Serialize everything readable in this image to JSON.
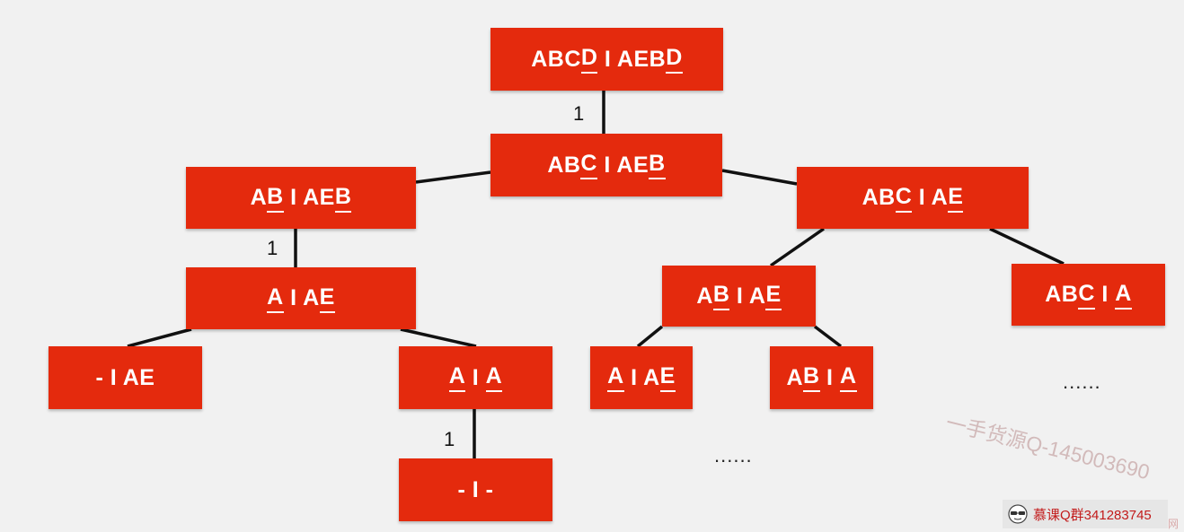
{
  "tree": {
    "nodes": [
      {
        "id": "n0",
        "segments": [
          {
            "t": "ABC"
          },
          {
            "t": "D",
            "u": true
          },
          {
            "t": " I AEB"
          },
          {
            "t": "D",
            "u": true
          }
        ]
      },
      {
        "id": "n1",
        "segments": [
          {
            "t": "AB"
          },
          {
            "t": "C",
            "u": true
          },
          {
            "t": " I AE"
          },
          {
            "t": "B",
            "u": true
          }
        ]
      },
      {
        "id": "n2",
        "segments": [
          {
            "t": "A"
          },
          {
            "t": "B",
            "u": true
          },
          {
            "t": " I AE"
          },
          {
            "t": "B",
            "u": true
          }
        ]
      },
      {
        "id": "n3",
        "segments": [
          {
            "t": "AB"
          },
          {
            "t": "C",
            "u": true
          },
          {
            "t": " I A"
          },
          {
            "t": "E",
            "u": true
          }
        ]
      },
      {
        "id": "n4",
        "segments": [
          {
            "t": "A",
            "u": true
          },
          {
            "t": " I A"
          },
          {
            "t": "E",
            "u": true
          }
        ]
      },
      {
        "id": "n5",
        "segments": [
          {
            "t": "A"
          },
          {
            "t": "B",
            "u": true
          },
          {
            "t": " I A"
          },
          {
            "t": "E",
            "u": true
          }
        ]
      },
      {
        "id": "n6",
        "segments": [
          {
            "t": "AB"
          },
          {
            "t": "C",
            "u": true
          },
          {
            "t": " I "
          },
          {
            "t": "A",
            "u": true
          }
        ]
      },
      {
        "id": "n7",
        "segments": [
          {
            "t": "- I AE"
          }
        ]
      },
      {
        "id": "n8",
        "segments": [
          {
            "t": "A",
            "u": true
          },
          {
            "t": " I "
          },
          {
            "t": "A",
            "u": true
          }
        ]
      },
      {
        "id": "n9",
        "segments": [
          {
            "t": "A",
            "u": true
          },
          {
            "t": " I A"
          },
          {
            "t": "E",
            "u": true
          }
        ]
      },
      {
        "id": "n10",
        "segments": [
          {
            "t": "A"
          },
          {
            "t": "B",
            "u": true
          },
          {
            "t": " I "
          },
          {
            "t": "A",
            "u": true
          }
        ]
      },
      {
        "id": "n11",
        "segments": [
          {
            "t": "- I -"
          }
        ]
      }
    ],
    "edges": [
      {
        "from": "n0",
        "to": "n1",
        "label": "1"
      },
      {
        "from": "n1",
        "to": "n2",
        "label": ""
      },
      {
        "from": "n1",
        "to": "n3",
        "label": ""
      },
      {
        "from": "n2",
        "to": "n4",
        "label": "1"
      },
      {
        "from": "n3",
        "to": "n5",
        "label": ""
      },
      {
        "from": "n3",
        "to": "n6",
        "label": ""
      },
      {
        "from": "n4",
        "to": "n7",
        "label": ""
      },
      {
        "from": "n4",
        "to": "n8",
        "label": ""
      },
      {
        "from": "n5",
        "to": "n9",
        "label": ""
      },
      {
        "from": "n5",
        "to": "n10",
        "label": ""
      },
      {
        "from": "n8",
        "to": "n11",
        "label": "1"
      }
    ],
    "ellipses": [
      "......",
      "......"
    ]
  },
  "watermark": {
    "diagonal_text": "一手货源Q-145003690",
    "badge_text": "慕课Q群341283745",
    "corner_text": "网"
  },
  "colors": {
    "node_fill": "#e42a0d",
    "node_text": "#ffffff",
    "edge": "#111111",
    "background": "#f1f1f1"
  }
}
